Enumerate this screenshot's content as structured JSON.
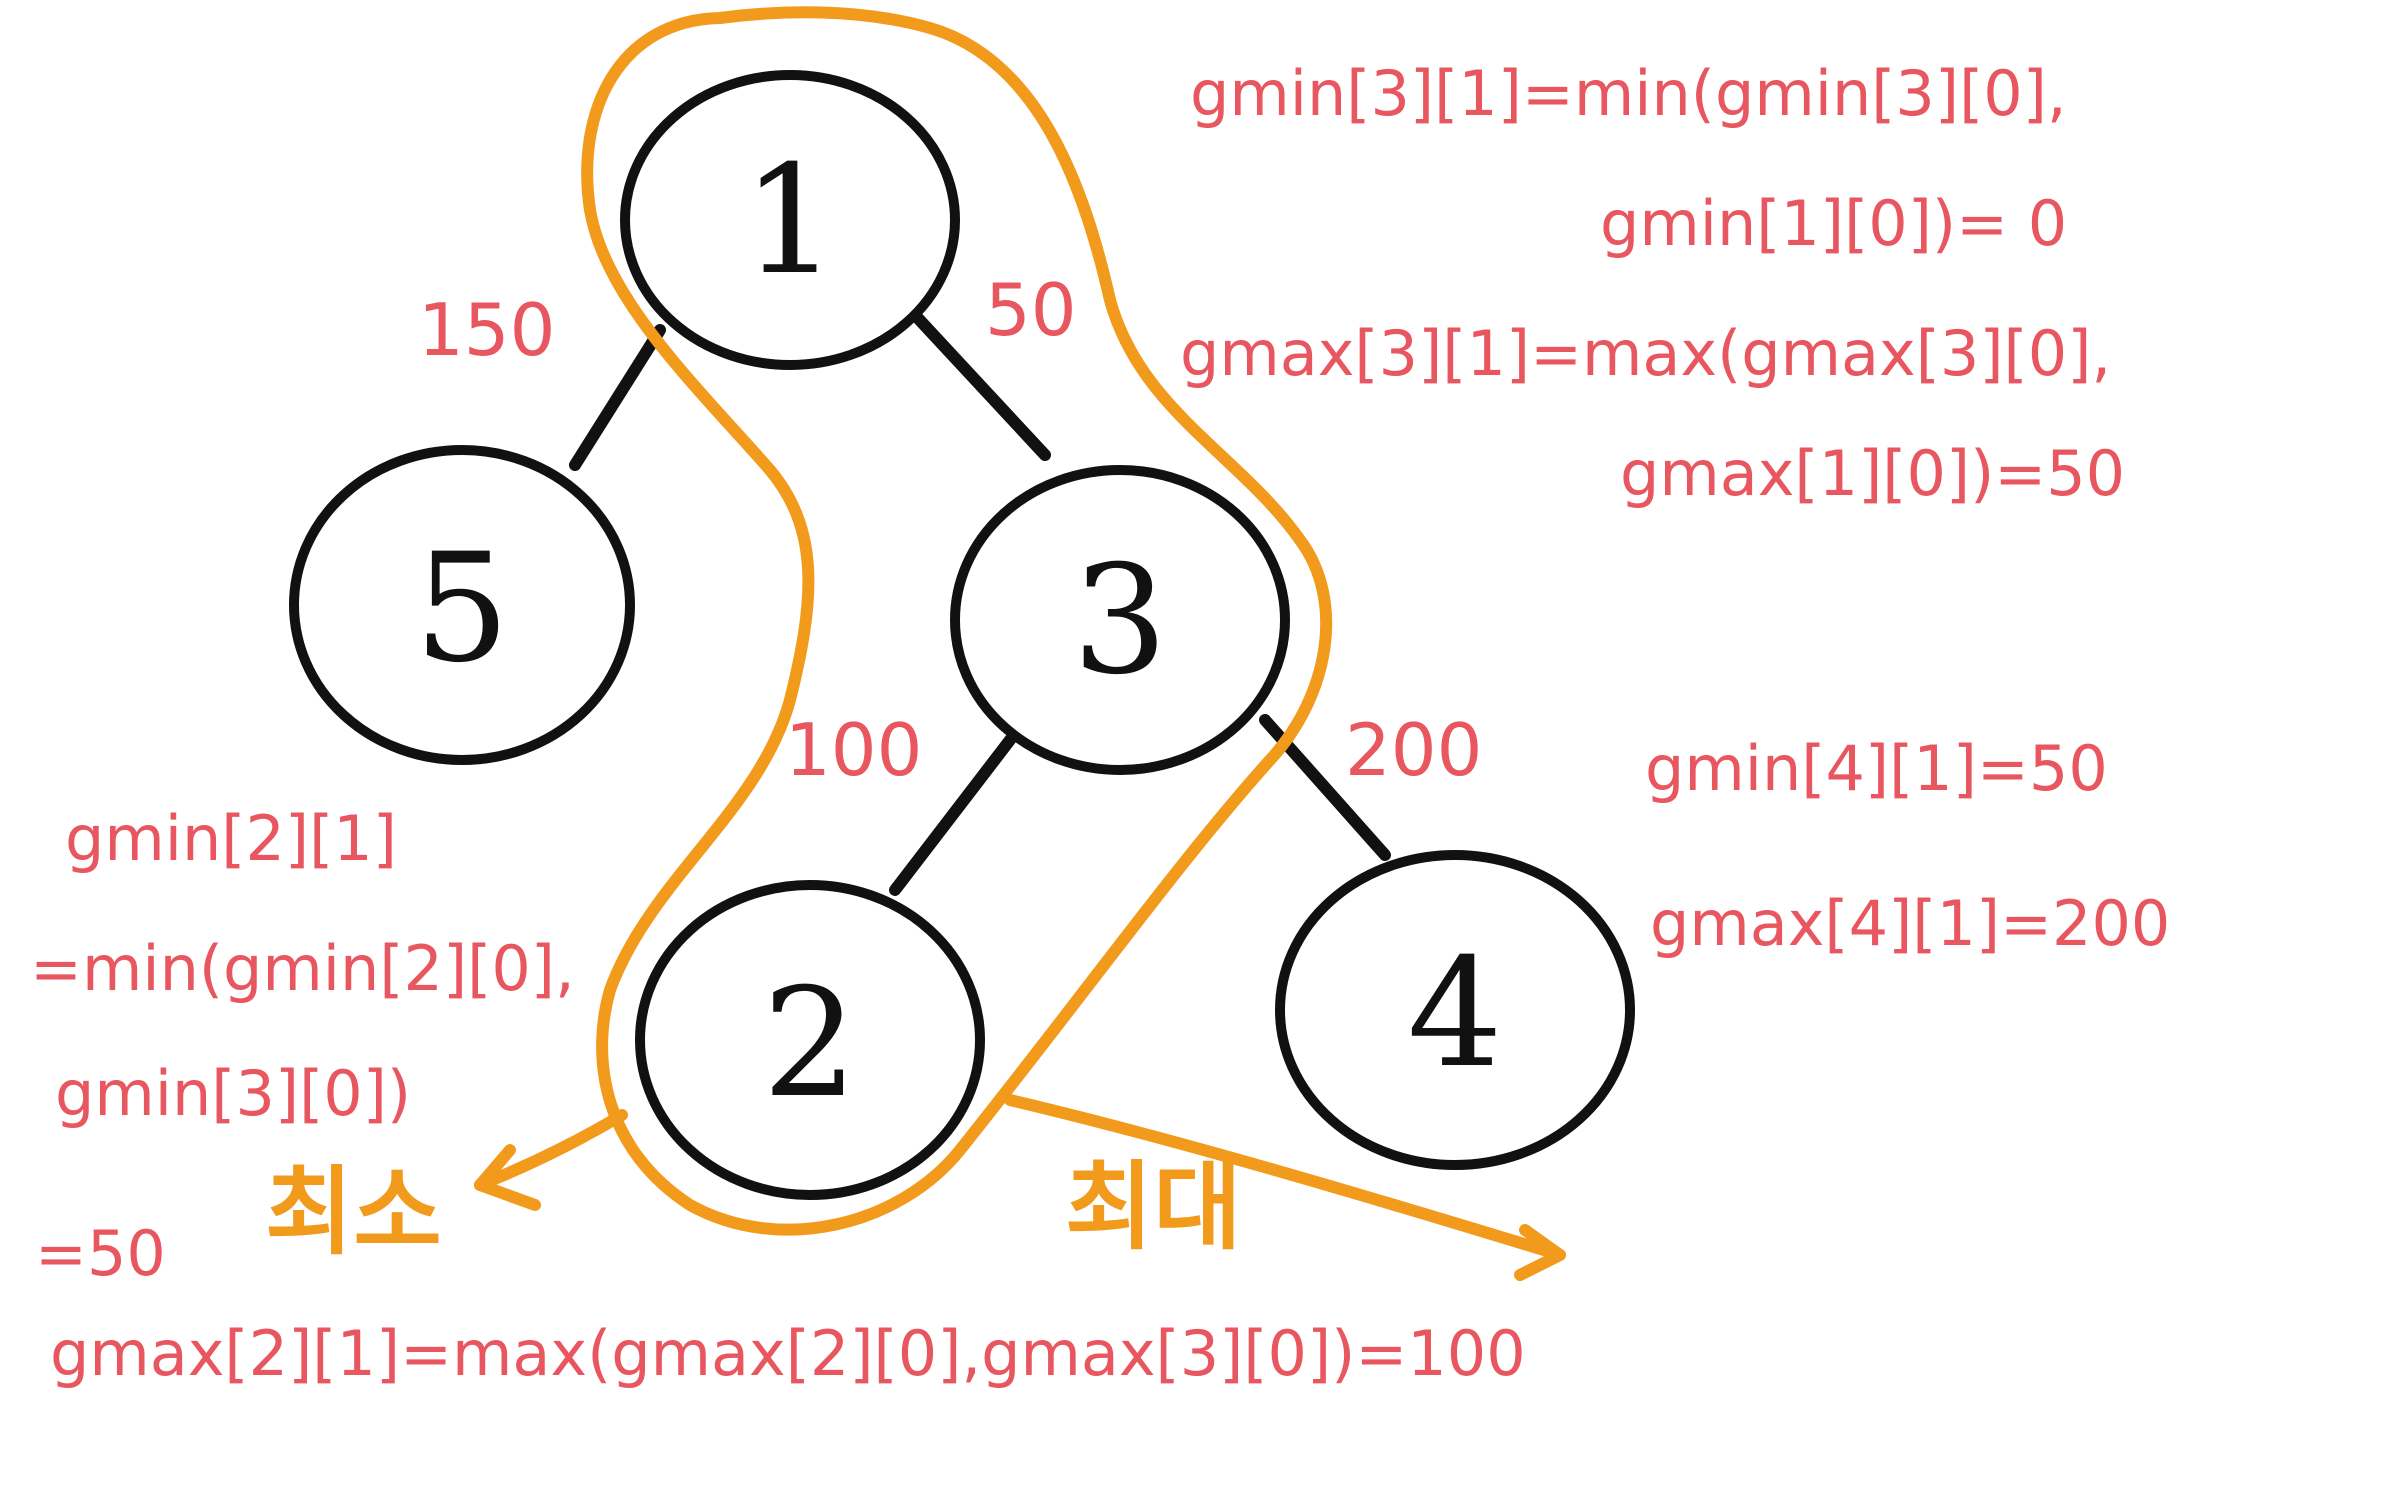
{
  "nodes": [
    {
      "id": "1",
      "label": "1"
    },
    {
      "id": "5",
      "label": "5"
    },
    {
      "id": "3",
      "label": "3"
    },
    {
      "id": "2",
      "label": "2"
    },
    {
      "id": "4",
      "label": "4"
    }
  ],
  "edges": [
    {
      "from": "1",
      "to": "5",
      "weight": "150"
    },
    {
      "from": "1",
      "to": "3",
      "weight": "50"
    },
    {
      "from": "3",
      "to": "2",
      "weight": "100"
    },
    {
      "from": "3",
      "to": "4",
      "weight": "200"
    }
  ],
  "notes": {
    "gmin_3_1_line1": "gmin[3][1]=min(gmin[3][0],",
    "gmin_3_1_line2": "gmin[1][0])= 0",
    "gmax_3_1_line1": "gmax[3][1]=max(gmax[3][0],",
    "gmax_3_1_line2": "gmax[1][0])=50",
    "gmin_4_1": "gmin[4][1]=50",
    "gmax_4_1": "gmax[4][1]=200",
    "gmin_2_1_line1": "gmin[2][1]",
    "gmin_2_1_line2": "=min(gmin[2][0],",
    "gmin_2_1_line3": "gmin[3][0])",
    "gmin_2_1_line4": "=50",
    "gmax_2_1": "gmax[2][1]=max(gmax[2][0],gmax[3][0])=100"
  },
  "annotations": {
    "min_label": "최소",
    "max_label": "최대"
  },
  "colors": {
    "ink": "#111111",
    "annotation_red": "#e8565f",
    "highlight_orange": "#f29a1c"
  }
}
